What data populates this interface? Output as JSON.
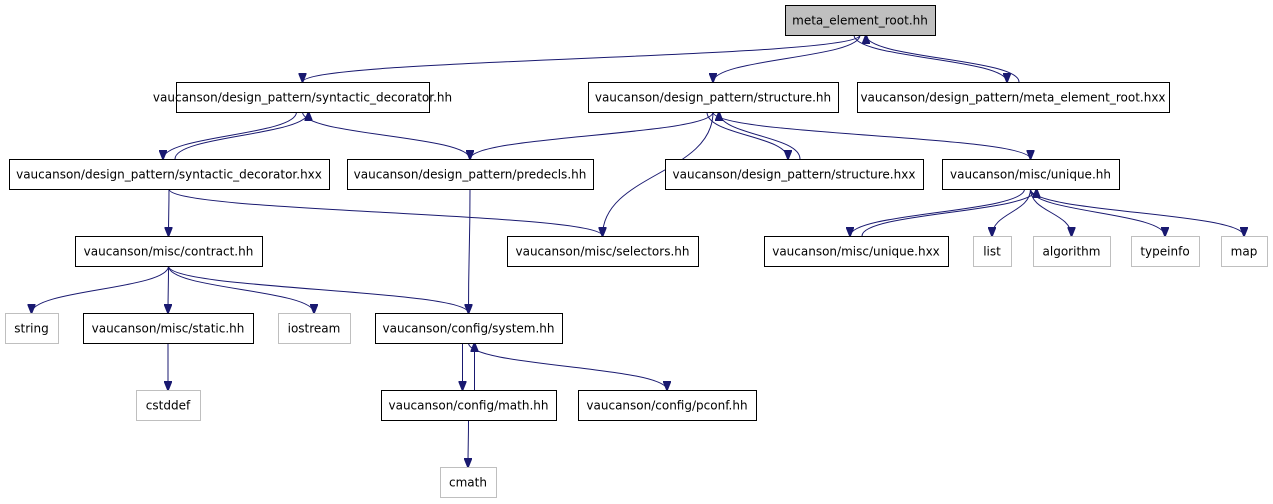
{
  "graph": {
    "edge_color": "#191970",
    "nodes": [
      {
        "id": "n_root",
        "label": "meta_element_root.hh",
        "kind": "root"
      },
      {
        "id": "n_syndec",
        "label": "vaucanson/design_pattern/syntactic_decorator.hh",
        "kind": "file"
      },
      {
        "id": "n_struct",
        "label": "vaucanson/design_pattern/structure.hh",
        "kind": "file"
      },
      {
        "id": "n_merhxx",
        "label": "vaucanson/design_pattern/meta_element_root.hxx",
        "kind": "file"
      },
      {
        "id": "n_syndechxx",
        "label": "vaucanson/design_pattern/syntactic_decorator.hxx",
        "kind": "file"
      },
      {
        "id": "n_predecls",
        "label": "vaucanson/design_pattern/predecls.hh",
        "kind": "file"
      },
      {
        "id": "n_structhxx",
        "label": "vaucanson/design_pattern/structure.hxx",
        "kind": "file"
      },
      {
        "id": "n_unique",
        "label": "vaucanson/misc/unique.hh",
        "kind": "file"
      },
      {
        "id": "n_contract",
        "label": "vaucanson/misc/contract.hh",
        "kind": "file"
      },
      {
        "id": "n_selectors",
        "label": "vaucanson/misc/selectors.hh",
        "kind": "file"
      },
      {
        "id": "n_uniquehxx",
        "label": "vaucanson/misc/unique.hxx",
        "kind": "file"
      },
      {
        "id": "n_list",
        "label": "list",
        "kind": "external"
      },
      {
        "id": "n_algorithm",
        "label": "algorithm",
        "kind": "external"
      },
      {
        "id": "n_typeinfo",
        "label": "typeinfo",
        "kind": "external"
      },
      {
        "id": "n_map",
        "label": "map",
        "kind": "external"
      },
      {
        "id": "n_string",
        "label": "string",
        "kind": "external"
      },
      {
        "id": "n_static",
        "label": "vaucanson/misc/static.hh",
        "kind": "file"
      },
      {
        "id": "n_iostream",
        "label": "iostream",
        "kind": "external"
      },
      {
        "id": "n_system",
        "label": "vaucanson/config/system.hh",
        "kind": "file"
      },
      {
        "id": "n_cstddef",
        "label": "cstddef",
        "kind": "external"
      },
      {
        "id": "n_math",
        "label": "vaucanson/config/math.hh",
        "kind": "file"
      },
      {
        "id": "n_pconf",
        "label": "vaucanson/config/pconf.hh",
        "kind": "file"
      },
      {
        "id": "n_cmath",
        "label": "cmath",
        "kind": "external"
      }
    ],
    "edges": [
      {
        "from": "n_root",
        "to": "n_syndec"
      },
      {
        "from": "n_root",
        "to": "n_struct"
      },
      {
        "from": "n_root",
        "to": "n_merhxx"
      },
      {
        "from": "n_merhxx",
        "to": "n_root"
      },
      {
        "from": "n_syndec",
        "to": "n_syndechxx"
      },
      {
        "from": "n_syndechxx",
        "to": "n_syndec"
      },
      {
        "from": "n_syndec",
        "to": "n_predecls"
      },
      {
        "from": "n_struct",
        "to": "n_predecls"
      },
      {
        "from": "n_struct",
        "to": "n_selectors"
      },
      {
        "from": "n_struct",
        "to": "n_structhxx"
      },
      {
        "from": "n_structhxx",
        "to": "n_struct"
      },
      {
        "from": "n_struct",
        "to": "n_unique"
      },
      {
        "from": "n_syndechxx",
        "to": "n_contract"
      },
      {
        "from": "n_syndechxx",
        "to": "n_selectors"
      },
      {
        "from": "n_predecls",
        "to": "n_system"
      },
      {
        "from": "n_unique",
        "to": "n_uniquehxx"
      },
      {
        "from": "n_uniquehxx",
        "to": "n_unique"
      },
      {
        "from": "n_unique",
        "to": "n_list"
      },
      {
        "from": "n_unique",
        "to": "n_algorithm"
      },
      {
        "from": "n_unique",
        "to": "n_typeinfo"
      },
      {
        "from": "n_unique",
        "to": "n_map"
      },
      {
        "from": "n_contract",
        "to": "n_string"
      },
      {
        "from": "n_contract",
        "to": "n_static"
      },
      {
        "from": "n_contract",
        "to": "n_iostream"
      },
      {
        "from": "n_contract",
        "to": "n_system"
      },
      {
        "from": "n_static",
        "to": "n_cstddef"
      },
      {
        "from": "n_system",
        "to": "n_math"
      },
      {
        "from": "n_math",
        "to": "n_system"
      },
      {
        "from": "n_system",
        "to": "n_pconf"
      },
      {
        "from": "n_math",
        "to": "n_cmath"
      }
    ]
  }
}
